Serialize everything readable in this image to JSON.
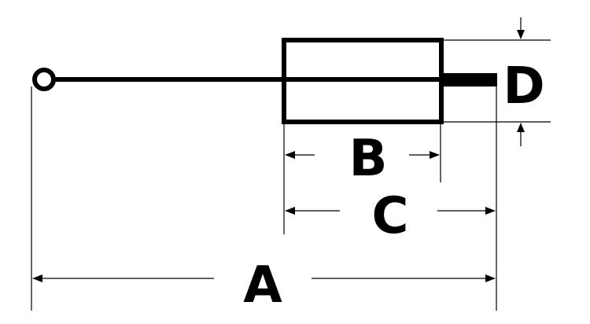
{
  "diagram": {
    "labels": {
      "a": "A",
      "b": "B",
      "c": "C",
      "d": "D"
    },
    "colors": {
      "ink": "#000000",
      "background": "#ffffff"
    }
  }
}
